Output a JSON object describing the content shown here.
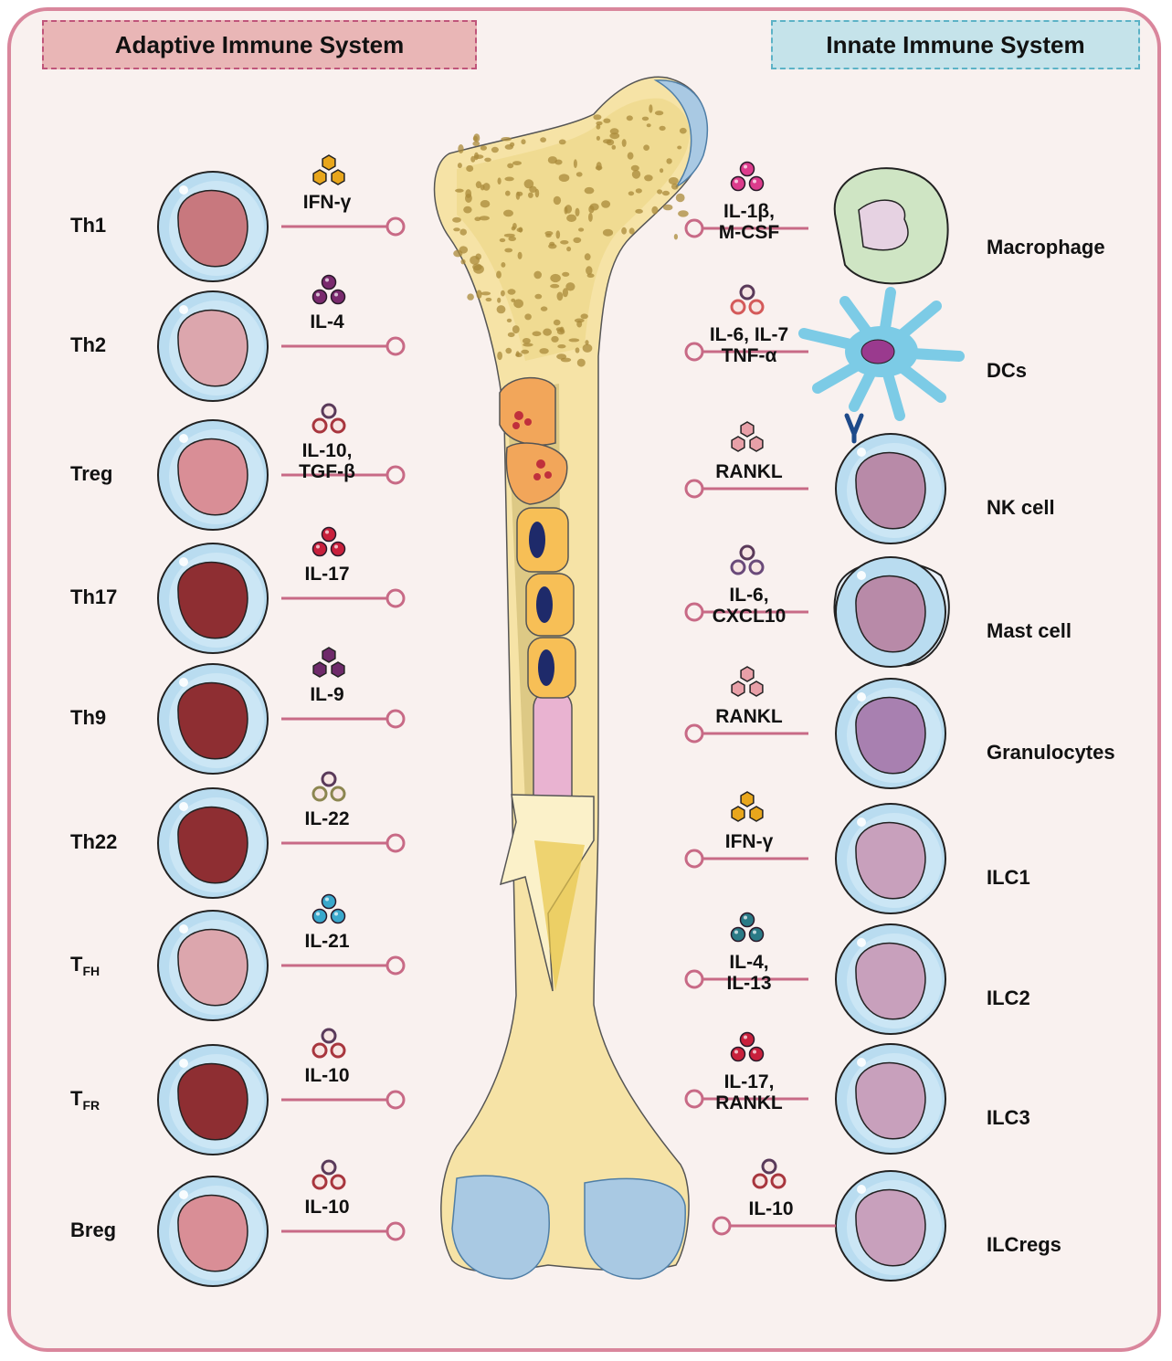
{
  "headers": {
    "adaptive": "Adaptive Immune System",
    "innate": "Innate Immune System"
  },
  "adaptive_cells": [
    {
      "main": "Th1",
      "sub": "",
      "cytokine_line1": "IFN-γ",
      "cytokine_line2": "",
      "cell_color": "#c8787e",
      "icon": "hexagon-cluster",
      "icon_color": "#e8a61c"
    },
    {
      "main": "Th2",
      "sub": "",
      "cytokine_line1": "IL-4",
      "cytokine_line2": "",
      "cell_color": "#dca6ad",
      "icon": "bead-cluster",
      "icon_color": "#7a2a6e"
    },
    {
      "main": "Treg",
      "sub": "",
      "cytokine_line1": "IL-10,",
      "cytokine_line2": "TGF-β",
      "cell_color": "#d98e96",
      "icon": "ring-cluster",
      "icon_color": "#a8363e"
    },
    {
      "main": "Th17",
      "sub": "",
      "cytokine_line1": "IL-17",
      "cytokine_line2": "",
      "cell_color": "#8e2e32",
      "icon": "bead-cluster",
      "icon_color": "#c8203c"
    },
    {
      "main": "Th9",
      "sub": "",
      "cytokine_line1": "IL-9",
      "cytokine_line2": "",
      "cell_color": "#8e2e32",
      "icon": "hexagon-cluster",
      "icon_color": "#6e2a6a"
    },
    {
      "main": "Th22",
      "sub": "",
      "cytokine_line1": "IL-22",
      "cytokine_line2": "",
      "cell_color": "#8e2e32",
      "icon": "ring-cluster",
      "icon_color": "#8c8650"
    },
    {
      "main": "T",
      "sub": "FH",
      "cytokine_line1": "IL-21",
      "cytokine_line2": "",
      "cell_color": "#dca6ad",
      "icon": "bead-cluster",
      "icon_color": "#3aa8cc"
    },
    {
      "main": "T",
      "sub": "FR",
      "cytokine_line1": "IL-10",
      "cytokine_line2": "",
      "cell_color": "#8e2e32",
      "icon": "ring-cluster",
      "icon_color": "#a8363e"
    },
    {
      "main": "Breg",
      "sub": "",
      "cytokine_line1": "IL-10",
      "cytokine_line2": "",
      "cell_color": "#d98e96",
      "icon": "ring-cluster",
      "icon_color": "#a8363e"
    }
  ],
  "innate_cells": [
    {
      "main": "Macrophage",
      "cytokine_line1": "IL-1β,",
      "cytokine_line2": "M-CSF",
      "cell_color": "#cfe5c4",
      "icon": "bead-cluster",
      "icon_color": "#dc3c8c"
    },
    {
      "main": "DCs",
      "cytokine_line1": "IL-6, IL-7",
      "cytokine_line2": "TNF-α",
      "cell_color": "#7ccbe6",
      "icon": "ring-cluster",
      "icon_color": "#d45a5a"
    },
    {
      "main": "NK cell",
      "cytokine_line1": "RANKL",
      "cytokine_line2": "",
      "cell_color": "#b88aa8",
      "icon": "hexagon-cluster",
      "icon_color": "#e8a0a8"
    },
    {
      "main": "Mast cell",
      "cytokine_line1": "IL-6,",
      "cytokine_line2": "CXCL10",
      "cell_color": "#b88aa8",
      "icon": "ring-cluster",
      "icon_color": "#6a4a7a"
    },
    {
      "main": "Granulocytes",
      "cytokine_line1": "RANKL",
      "cytokine_line2": "",
      "cell_color": "#a880b0",
      "icon": "hexagon-cluster",
      "icon_color": "#e8a0a8"
    },
    {
      "main": "ILC1",
      "cytokine_line1": "IFN-γ",
      "cytokine_line2": "",
      "cell_color": "#c8a0bc",
      "icon": "hexagon-cluster",
      "icon_color": "#e8a61c"
    },
    {
      "main": "ILC2",
      "cytokine_line1": "IL-4,",
      "cytokine_line2": "IL-13",
      "cell_color": "#c8a0bc",
      "icon": "bead-cluster",
      "icon_color": "#2a7a86"
    },
    {
      "main": "ILC3",
      "cytokine_line1": "IL-17,",
      "cytokine_line2": "RANKL",
      "cell_color": "#c8a0bc",
      "icon": "bead-cluster",
      "icon_color": "#c8203c"
    },
    {
      "main": "ILCregs",
      "cytokine_line1": "IL-10",
      "cytokine_line2": "",
      "cell_color": "#c8a0bc",
      "icon": "ring-cluster",
      "icon_color": "#a8363e"
    }
  ],
  "colors": {
    "frame": "#d9869c",
    "background": "#f9f1ef",
    "connector": "#c86a86",
    "bone": "#f6e3a6",
    "cartilage": "#a9c9e3",
    "cell_membrane": "#b9dcf0"
  }
}
